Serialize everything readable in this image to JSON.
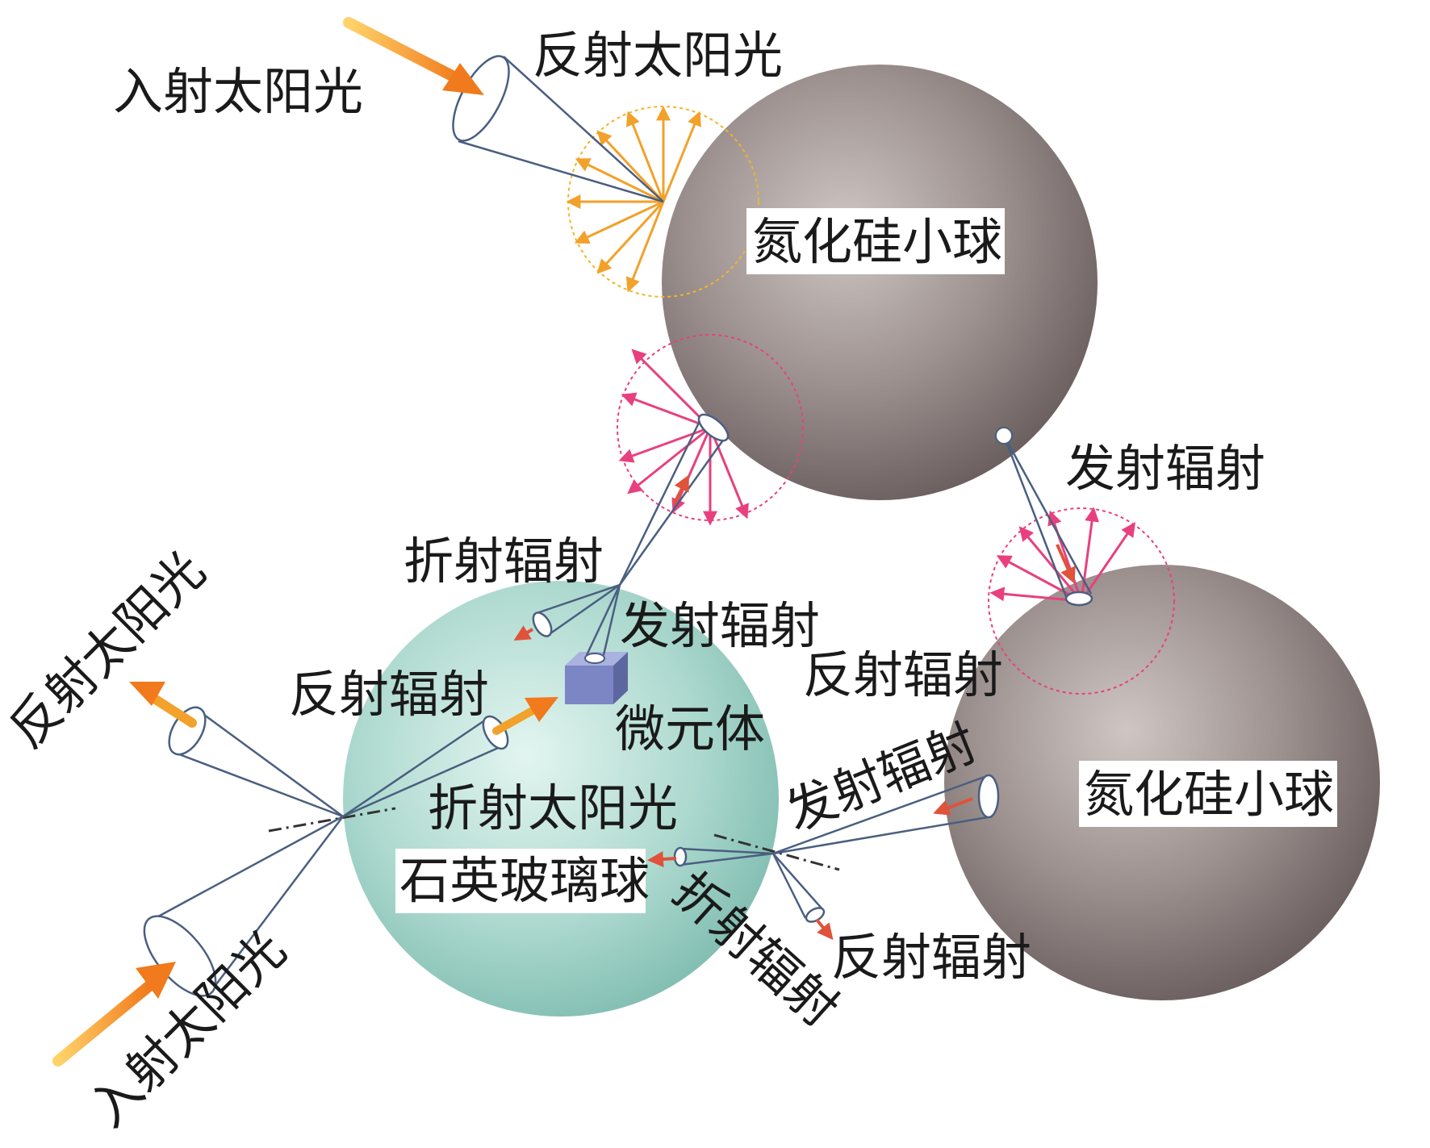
{
  "colors": {
    "sunlight": "#f28c28",
    "emission": "#e8407e",
    "emission_small": "#e0523a",
    "cone_stroke": "#4a5f80",
    "nitride_sphere": "#9a8e8c",
    "quartz_sphere": "#a9d9cf",
    "cube": "#8a94cf"
  },
  "labels": {
    "incident_sun_top": "入射太阳光",
    "reflected_sun_top": "反射太阳光",
    "nitride_ball_top": "氮化硅小球",
    "emitted_radiation_right": "发射辐射",
    "refracted_radiation_mid": "折射辐射",
    "emitted_radiation_mid": "发射辐射",
    "reflected_radiation_mid": "反射辐射",
    "reflected_sun_left": "反射太阳光",
    "reflected_radiation_left": "反射辐射",
    "micro_element": "微元体",
    "emitted_radiation_lower": "发射辐射",
    "nitride_ball_right": "氮化硅小球",
    "refracted_sun": "折射太阳光",
    "quartz_ball": "石英玻璃球",
    "refracted_radiation_lower": "折射辐射",
    "reflected_radiation_lower": "反射辐射",
    "incident_sun_bottom": "入射太阳光"
  },
  "icons": {
    "sun_arrow": "arrow-icon",
    "cone": "cone-icon",
    "micro_element": "cube-icon"
  }
}
